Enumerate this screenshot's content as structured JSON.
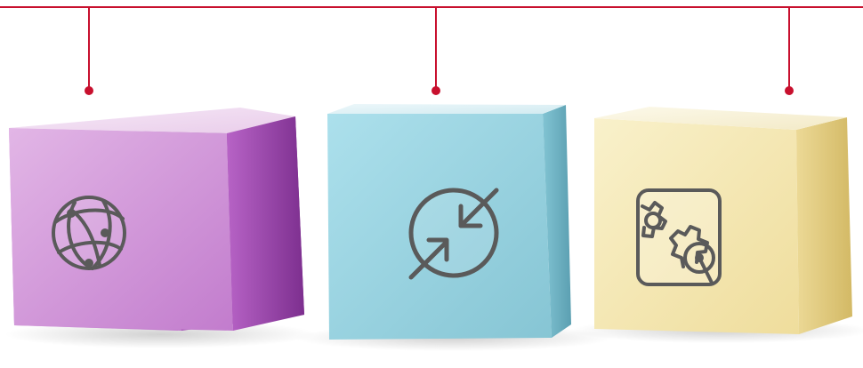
{
  "colors": {
    "connector": "#c8102e",
    "background": "#ffffff",
    "icon_stroke": "#5a5a5a",
    "icon_fill": "#ffffff"
  },
  "cubes": [
    {
      "name": "purple-cube",
      "icon": "globe-network-icon",
      "color_front_light": "#e2b6e6",
      "color_front_dark": "#b15fc0",
      "color_top": "#f4e4f5",
      "color_side_light": "#b763c6",
      "color_side_dark": "#7d2f8f"
    },
    {
      "name": "blue-cube",
      "icon": "converge-arrows-icon",
      "color_front_light": "#a6dce8",
      "color_front_dark": "#7ec0d0",
      "color_top": "#e8f5f8",
      "color_side_light": "#7fc2d2",
      "color_side_dark": "#5da4b6"
    },
    {
      "name": "yellow-cube",
      "icon": "gears-window-icon",
      "color_front_light": "#f8efc4",
      "color_front_dark": "#eddc98",
      "color_top": "#fbf7e6",
      "color_side_light": "#ebd893",
      "color_side_dark": "#d7bf6f"
    }
  ]
}
